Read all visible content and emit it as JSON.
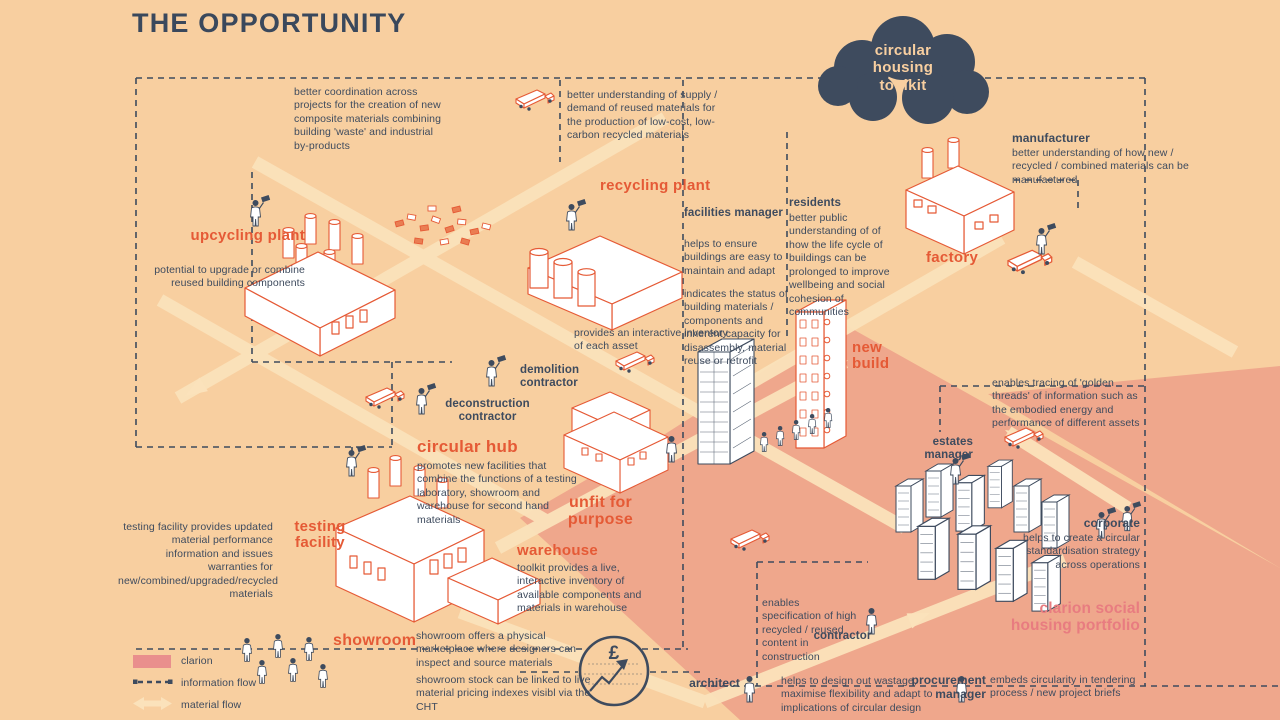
{
  "title": "THE OPPORTUNITY",
  "cloud": {
    "label": "circular housing toolkit"
  },
  "money_icon": {
    "symbol": "£"
  },
  "facilities": {
    "upcycling_plant": {
      "label": "upcycling plant",
      "description": "potential to upgrade or combine reused building components"
    },
    "recycling_plant": {
      "label": "recycling plant"
    },
    "factory": {
      "label": "factory"
    },
    "circular_hub": {
      "label": "circular hub",
      "description": "promotes new facilities that combine the functions of a testing laboratory, showroom and warehouse for second hand materials"
    },
    "testing_facility": {
      "label": "testing facility",
      "description": "testing facility provides updated material performance information and issues warranties for new/combined/upgraded/recycled materials"
    },
    "warehouse": {
      "label": "warehouse",
      "description": "toolkit provides a live, interactive inventory of available components and materials in warehouse"
    },
    "showroom": {
      "label": "showroom",
      "description": "showroom offers a physical marketplace where designers can inspect and source materials",
      "note": "showroom stock can be linked to live material pricing indexes visibl via the CHT"
    },
    "new_build": {
      "label": "new build"
    },
    "unfit_for_purpose": {
      "label": "unfit for purpose"
    },
    "clarion_portfolio": {
      "label": "clarion social housing portfolio"
    }
  },
  "actors": {
    "manufacturer": {
      "label": "manufacturer",
      "description": "better understanding of how new / recycled / combined materials can be manufactured"
    },
    "facilities_manager": {
      "label": "facilities manager",
      "description": "helps to ensure buildings are easy to maintain and adapt",
      "description2": "indicates the status of building materials / components and inherent capacity for disassembly, material reuse or retrofit"
    },
    "residents": {
      "label": "residents",
      "description": "better public understanding of of how the life cycle of buildings can be prolonged to improve wellbeing and social cohesion of communities"
    },
    "demolition_contractor": {
      "label": "demolition contractor"
    },
    "deconstruction_contractor": {
      "label": "deconstruction contractor"
    },
    "estates_manager": {
      "label": "estates manager"
    },
    "corporate": {
      "label": "corporate",
      "description": "helps to create a circular standardisation strategy across operations"
    },
    "contractor": {
      "label": "contractor"
    },
    "architect": {
      "label": "architect",
      "description": "helps to design out wastage, maximise flexibility and adapt to implications of circular design"
    },
    "procurement_manager": {
      "label": "procurement manager",
      "description": "embeds circularity in tendering process / new project briefs"
    }
  },
  "annotations": {
    "coordination": "better coordination across projects for the creation of new composite materials combining building 'waste' and industrial by-products",
    "supply_demand": "better understanding of supply / demand of reused materials for the production of low-cost, low-carbon recycled materials",
    "asset_inventory": "provides an interactive inventory of each asset",
    "golden_threads": "enables tracing of 'golden threads' of information such as the embodied energy and performance of different assets",
    "specification": "enables specification of high recycled / reused content in construction"
  },
  "legend": {
    "clarion": "clarion",
    "information_flow": "information flow",
    "material_flow": "material flow"
  },
  "colors": {
    "background": "#f8cfa0",
    "navy": "#3e4b5e",
    "orange": "#e55a36",
    "salmon": "#efa78c",
    "clarion_swatch": "#e98f8d",
    "portfolio_pink": "#e87c80",
    "material_flow_cream": "#fbe2bb"
  }
}
